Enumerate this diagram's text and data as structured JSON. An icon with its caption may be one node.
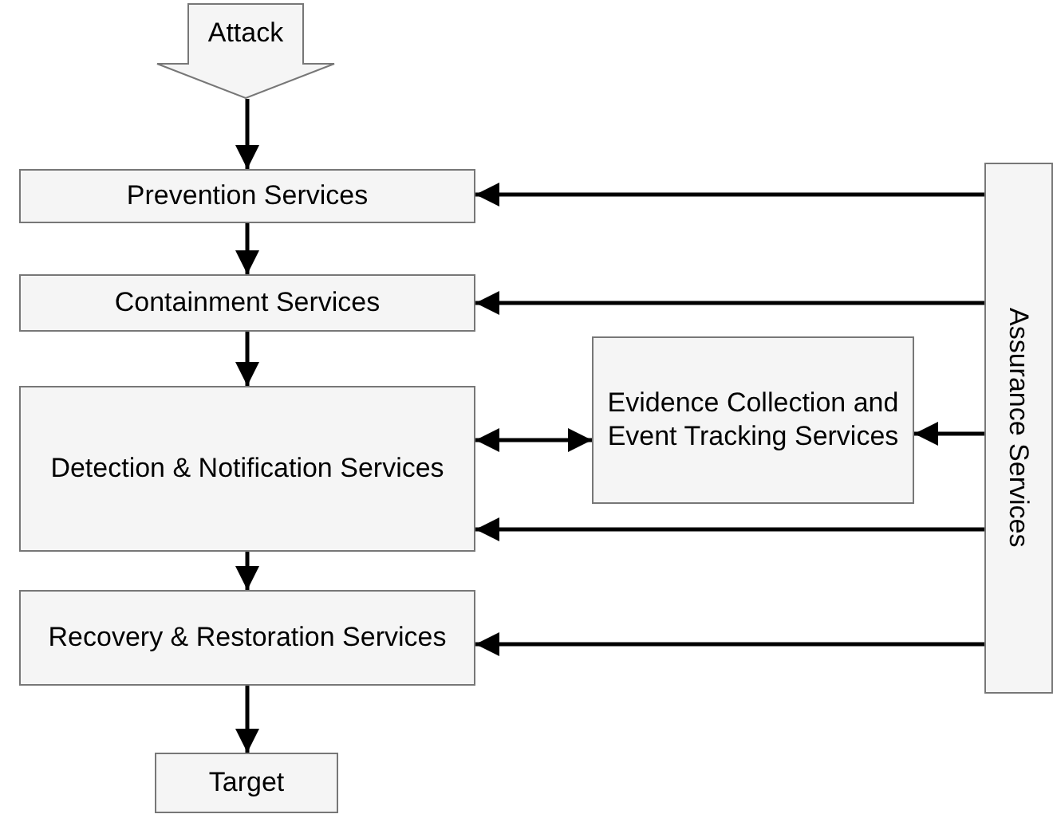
{
  "diagram": {
    "nodes": [
      {
        "text": [
          "Attack"
        ]
      },
      {
        "text": [
          "Prevention Services"
        ]
      },
      {
        "text": [
          "Containment Services"
        ]
      },
      {
        "text": [
          "Detection & Notification Services"
        ]
      },
      {
        "text": [
          "Evidence Collection and Event Tracking Services"
        ]
      },
      {
        "text": [
          "Recovery & Restoration Services"
        ]
      },
      {
        "text": [
          "Target"
        ]
      },
      {
        "text": [
          "Assurance Services"
        ]
      }
    ],
    "edges": [
      {
        "from": 0,
        "to": 1,
        "arrow": "to"
      },
      {
        "from": 1,
        "to": 2,
        "arrow": "to"
      },
      {
        "from": 2,
        "to": 3,
        "arrow": "to"
      },
      {
        "from": 3,
        "to": 5,
        "arrow": "to"
      },
      {
        "from": 5,
        "to": 6,
        "arrow": "to"
      },
      {
        "from": 7,
        "to": 1,
        "arrow": "to"
      },
      {
        "from": 7,
        "to": 2,
        "arrow": "to"
      },
      {
        "from": 7,
        "to": 4,
        "arrow": "to"
      },
      {
        "from": 7,
        "to": 3,
        "arrow": "to"
      },
      {
        "from": 7,
        "to": 5,
        "arrow": "to"
      },
      {
        "from": 3,
        "to": 4,
        "arrow": "both"
      }
    ]
  }
}
